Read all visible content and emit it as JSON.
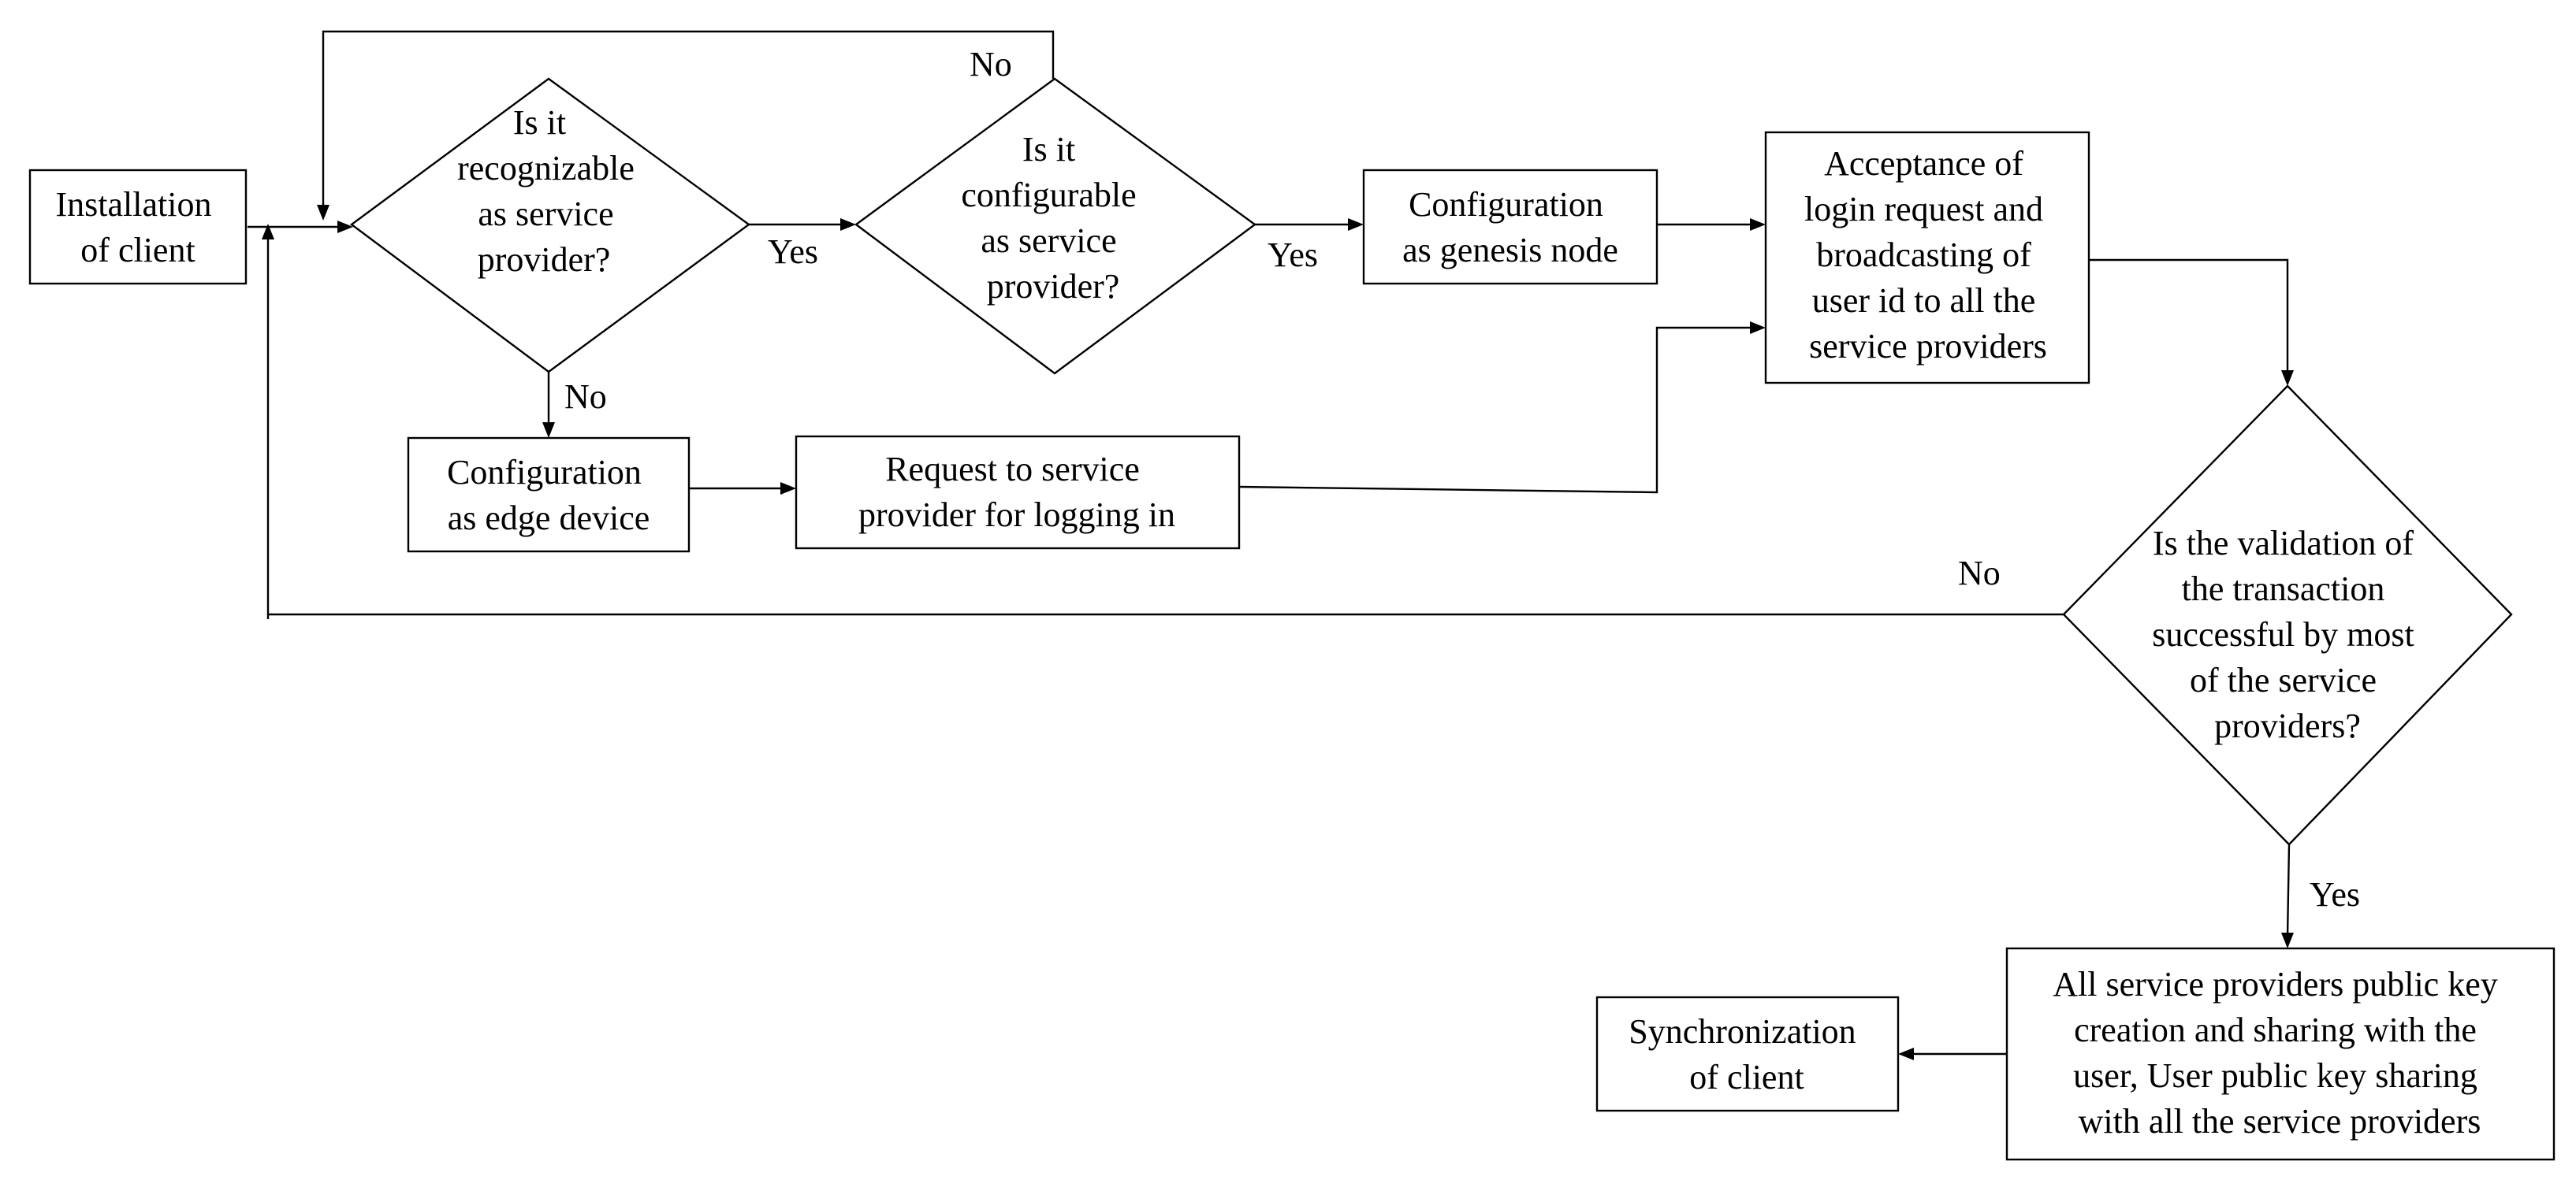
{
  "nodes": {
    "installation": [
      "Installation",
      "of client"
    ],
    "decision_recognizable": [
      "Is it",
      "recognizable",
      "as service",
      "provider?"
    ],
    "decision_configurable": [
      "Is it",
      "configurable",
      "as service",
      "provider?"
    ],
    "genesis": [
      "Configuration",
      "as genesis node"
    ],
    "acceptance": [
      "Acceptance of",
      "login request and",
      "broadcasting of",
      "user id to all the",
      "service providers"
    ],
    "edge": [
      "Configuration",
      "as edge device"
    ],
    "request": [
      "Request to service",
      "provider for logging in"
    ],
    "decision_validation": [
      "Is the validation of",
      "the transaction",
      "successful by most",
      "of the service",
      "providers?"
    ],
    "keys": [
      "All service providers public key",
      "creation and sharing with the",
      "user, User public key sharing",
      "with all the service providers"
    ],
    "sync": [
      "Synchronization",
      "of client"
    ]
  },
  "edge_labels": {
    "recognizable_yes": "Yes",
    "recognizable_no": "No",
    "configurable_yes": "Yes",
    "configurable_no": "No",
    "validation_no": "No",
    "validation_yes": "Yes"
  }
}
